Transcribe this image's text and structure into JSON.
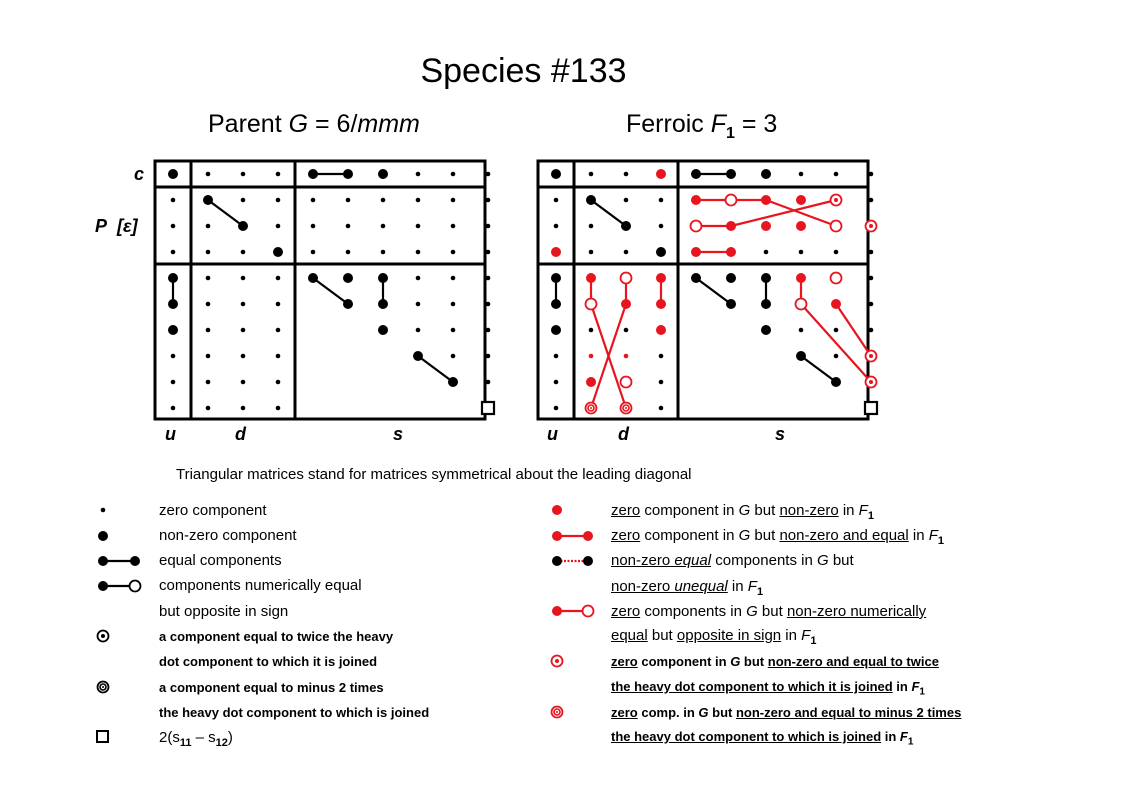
{
  "title": "Species  #133",
  "parent_heading": {
    "prefix": "Parent  ",
    "G": "G",
    "eq": " = 6/",
    "group": "mmm"
  },
  "ferroic_heading": {
    "prefix": "Ferroic  ",
    "F": "F",
    "sub": "1",
    "eq": " = 3"
  },
  "row_labels": {
    "c": "c",
    "P": "P",
    "eps": "[ε]"
  },
  "col_labels": {
    "u": "u",
    "d": "d",
    "s": "s"
  },
  "note": "Triangular matrices stand for matrices symmetrical about the leading diagonal",
  "legend_left": [
    "zero component",
    "non-zero component",
    "equal components",
    "components numerically equal",
    "but opposite in sign",
    "a component equal to twice the heavy",
    "dot component to which it is joined",
    "a component equal to minus 2 times",
    "the heavy dot component to which is joined"
  ],
  "legend_left_last": {
    "main": "2(s",
    "sub1": "11",
    "mid": " – s",
    "sub2": "12",
    "end": ")"
  },
  "legend_right": {
    "l1": {
      "a": "zero",
      "b": " component in ",
      "c": "G",
      "d": " but ",
      "e": "non-zero",
      "f": " in ",
      "g": "F",
      "h": "1"
    },
    "l2": {
      "a": "zero",
      "b": " component in ",
      "c": "G",
      "d": " but ",
      "e": "non-zero and equal",
      "f": " in ",
      "g": "F",
      "h": "1"
    },
    "l3": {
      "a": "non-zero ",
      "b": "equal",
      "c": "  components in ",
      "d": "G",
      "e": "  but"
    },
    "l4": {
      "a": "non-zero ",
      "b": "unequal",
      "c": "  in ",
      "d": "F",
      "e": "1"
    },
    "l5": {
      "a": "zero",
      "b": " components in ",
      "c": "G",
      "d": " but ",
      "e": "non-zero numerically "
    },
    "l6": {
      "a": "equal",
      "b": " but ",
      "c": "opposite in sign",
      "d": " in ",
      "e": "F",
      "f": "1"
    },
    "l7": {
      "a": "zero",
      "b": " component in ",
      "c": "G",
      "d": " but ",
      "e": "non-zero and equal to twice   "
    },
    "l8": {
      "a": "the heavy dot component to which it is joined",
      "b": " in ",
      "c": "F",
      "d": "1"
    },
    "l9": {
      "a": "zero",
      "b": " comp. in ",
      "c": "G",
      "d": " but ",
      "e": "non-zero and equal to minus 2 times "
    },
    "l10": {
      "a": "the heavy dot component to which is joined",
      "b": " in ",
      "c": "F",
      "d": "1"
    }
  },
  "colors": {
    "black": "#000000",
    "red": "#e8141e"
  }
}
